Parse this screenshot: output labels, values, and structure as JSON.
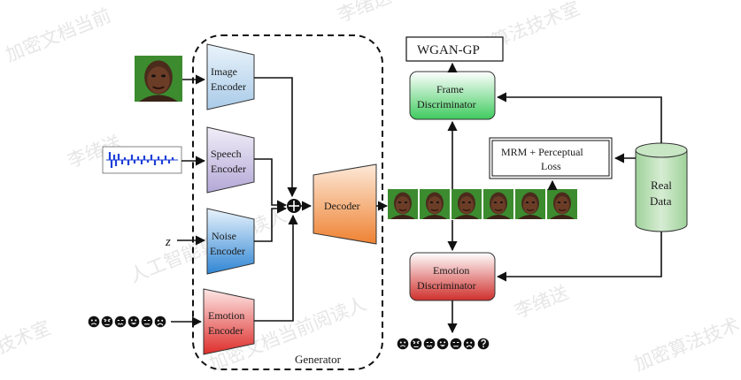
{
  "diagram": {
    "inputs": {
      "z_label": "z"
    },
    "encoders": {
      "image": [
        "Image",
        "Encoder"
      ],
      "speech": [
        "Speech",
        "Encoder"
      ],
      "noise": [
        "Noise",
        "Encoder"
      ],
      "emotion": [
        "Emotion",
        "Encoder"
      ]
    },
    "generator_label": "Generator",
    "decoder_label": "Decoder",
    "wgan_label": "WGAN-GP",
    "frame_disc": [
      "Frame",
      "Discriminator"
    ],
    "emotion_disc": [
      "Emotion",
      "Discriminator"
    ],
    "mrm": [
      "MRM + Perceptual",
      "Loss"
    ],
    "real_data": [
      "Real",
      "Data"
    ],
    "colors": {
      "image_encoder": "#bcd7ee",
      "speech_encoder": "#cfc6e6",
      "noise_encoder": "#3e8fd6",
      "emotion_encoder": "#e0403c",
      "decoder": "#f0934a",
      "frame_disc": "#4fd06a",
      "emotion_disc": "#d63f3c",
      "real_data": "#b9ddb5",
      "face_background": "#3c8b2f"
    },
    "icons": {
      "input_emotions": [
        "sad-face-icon",
        "angry-face-icon",
        "disgust-face-icon",
        "happy-face-icon",
        "neutral-face-icon",
        "frown-face-icon"
      ],
      "output_emotions": [
        "sad-face-icon",
        "angry-face-icon",
        "disgust-face-icon",
        "happy-face-icon",
        "neutral-face-icon",
        "question-mark-icon"
      ]
    }
  },
  "watermarks": [
    "加密文档当前",
    "李绪送",
    "加密算法技术室",
    "人工智能算法阅读人",
    "李绪送",
    "加密文档当前阅读人",
    "李绪送",
    "技术室",
    "加密算法技术"
  ]
}
